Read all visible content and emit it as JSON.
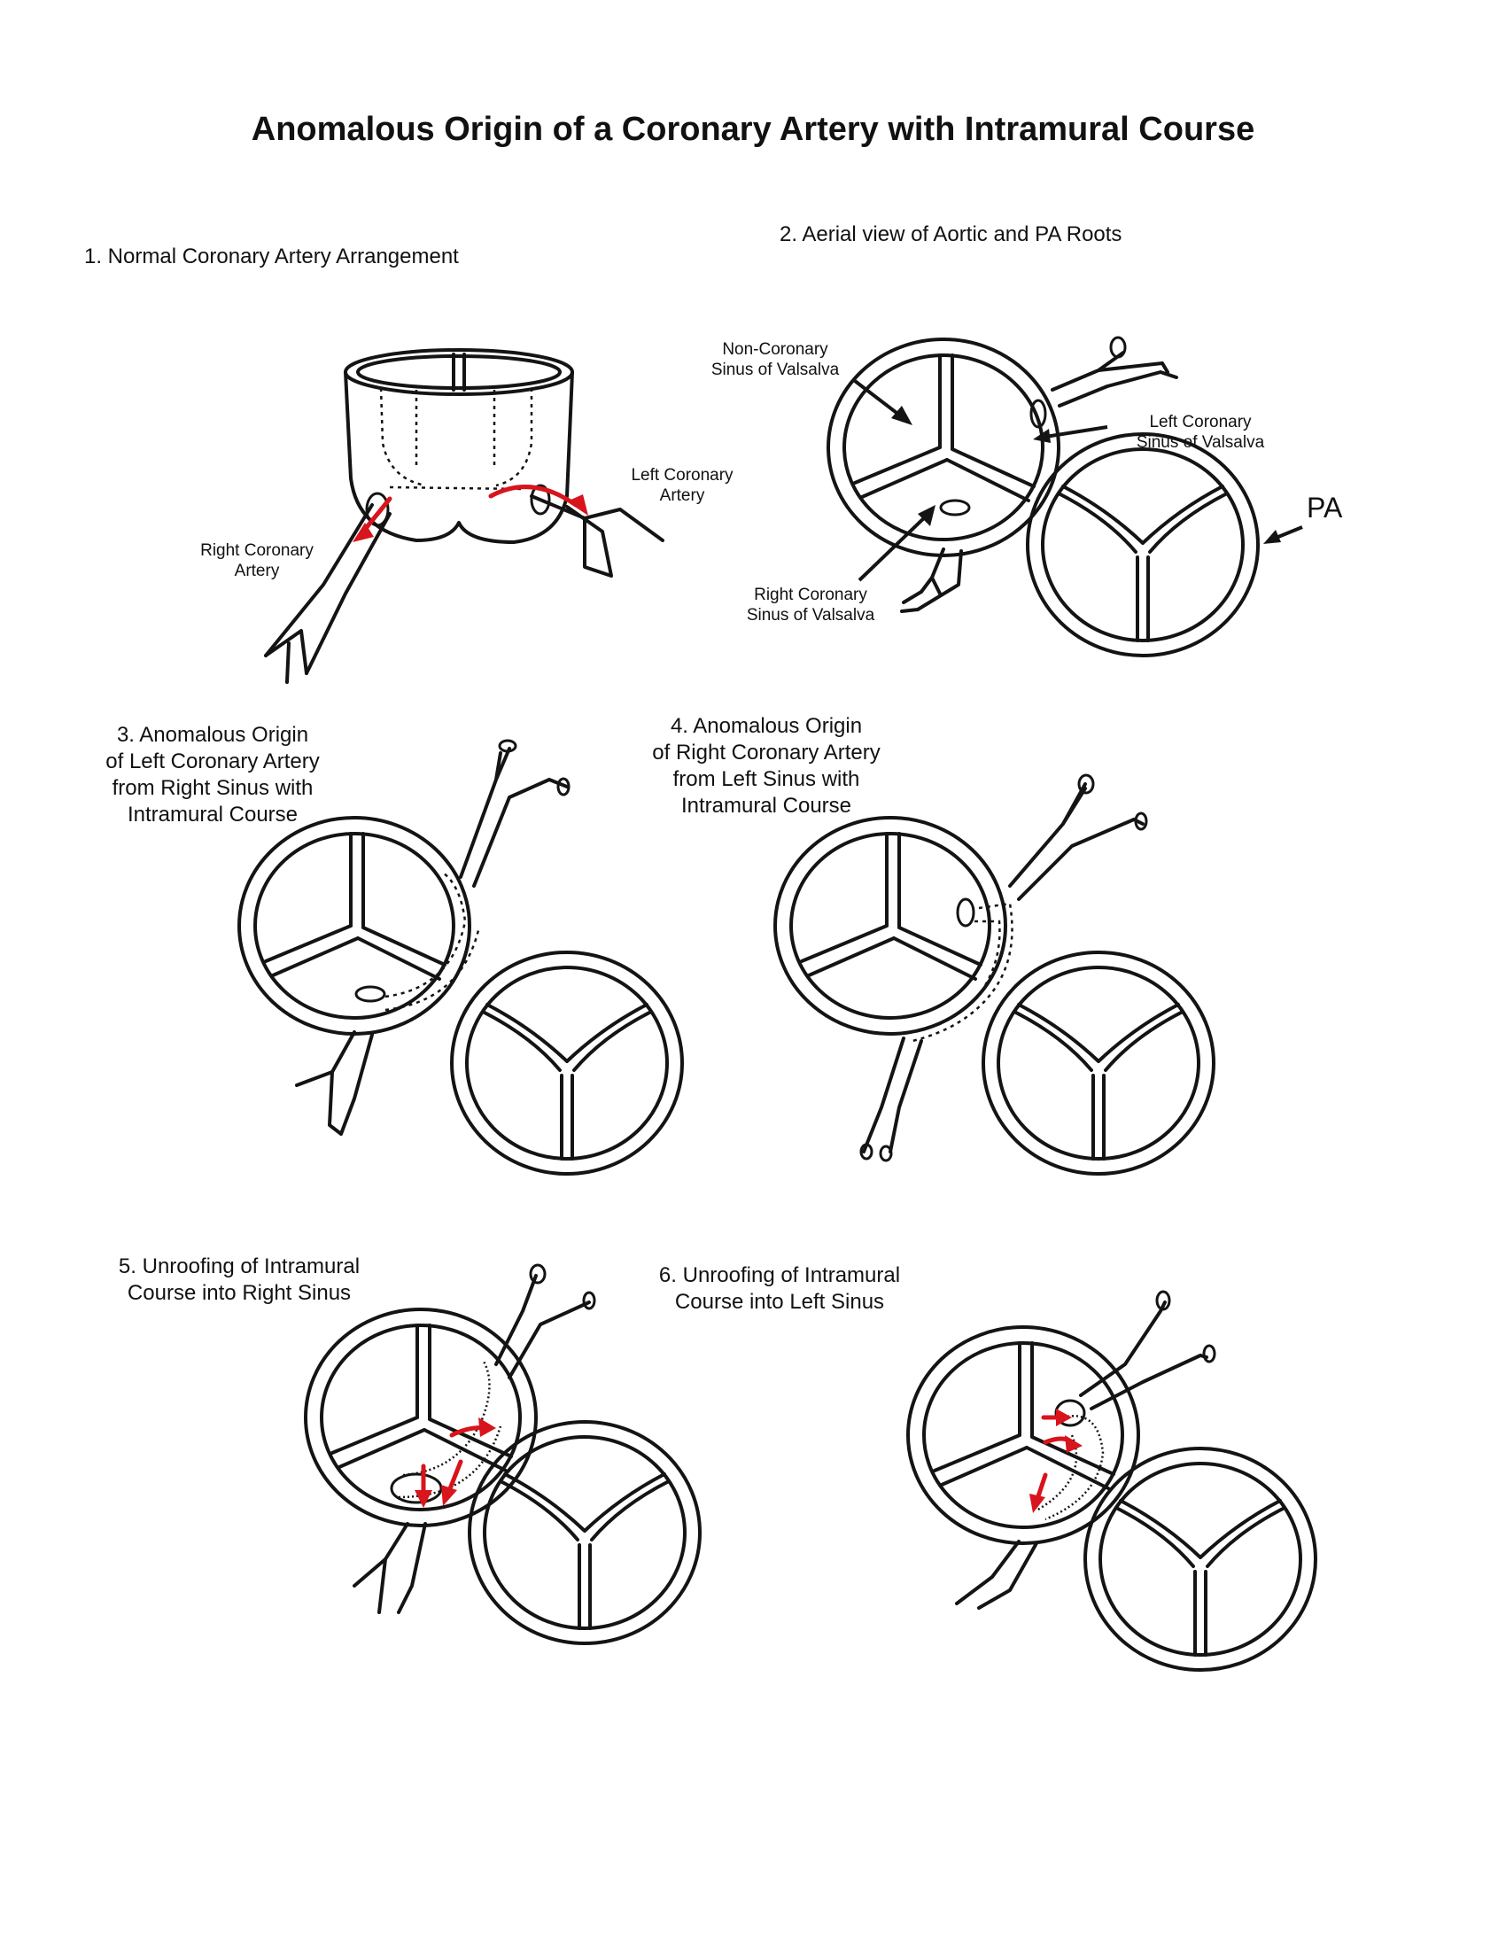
{
  "title": "Anomalous Origin of a Coronary Artery with Intramural Course",
  "panels": [
    {
      "caption": "1. Normal Coronary Artery Arrangement",
      "labels": {
        "right_coronary_artery": "Right Coronary\nArtery",
        "left_coronary_artery": "Left Coronary\nArtery"
      }
    },
    {
      "caption": "2. Aerial view of Aortic and PA Roots",
      "labels": {
        "non_coronary_sinus": "Non-Coronary\nSinus of Valsalva",
        "left_coronary_sinus": "Left Coronary\nSinus of Valsalva",
        "right_coronary_sinus": "Right Coronary\nSinus of Valsalva",
        "pa": "PA"
      }
    },
    {
      "caption": "3. Anomalous Origin\nof Left Coronary Artery\nfrom Right Sinus with\nIntramural Course"
    },
    {
      "caption": "4. Anomalous Origin\nof Right Coronary Artery\nfrom Left Sinus with\nIntramural Course"
    },
    {
      "caption": "5. Unroofing of Intramural\nCourse into Right Sinus"
    },
    {
      "caption": "6. Unroofing of Intramural\nCourse into Left Sinus"
    }
  ],
  "colors": {
    "line": "#141414",
    "arrow_red": "#d8141c",
    "background": "#ffffff"
  }
}
